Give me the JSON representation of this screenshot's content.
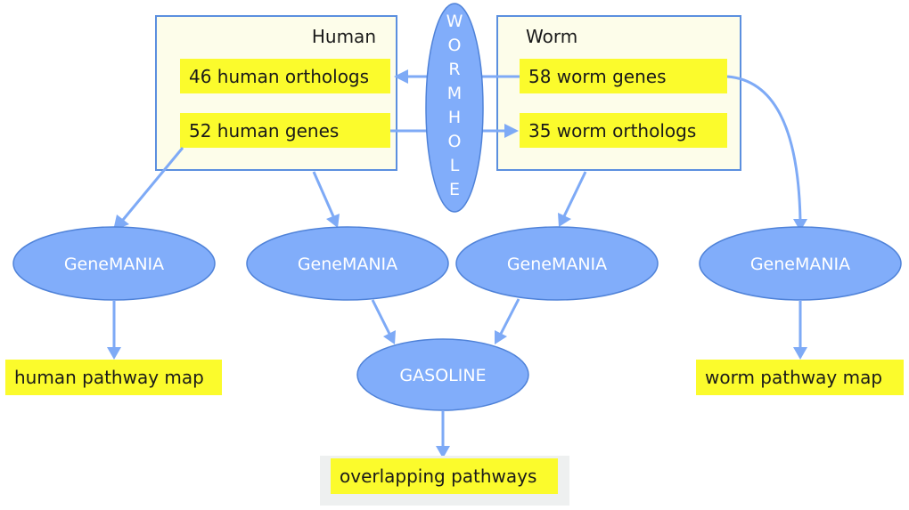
{
  "diagram": {
    "groups": [
      {
        "id": "human",
        "title": "Human"
      },
      {
        "id": "worm",
        "title": "Worm"
      }
    ],
    "wormhole": {
      "letters": [
        "W",
        "O",
        "R",
        "M",
        "H",
        "O",
        "L",
        "E"
      ]
    },
    "label_boxes": {
      "human_orthologs": "46 human orthologs",
      "human_genes": "52 human genes",
      "worm_genes": "58 worm genes",
      "worm_orthologs": "35 worm orthologs",
      "human_pathway_map": "human pathway map",
      "worm_pathway_map": "worm pathway map",
      "overlapping_pathways": "overlapping pathways"
    },
    "tools": {
      "genemania_1": "GeneMANIA",
      "genemania_2": "GeneMANIA",
      "genemania_3": "GeneMANIA",
      "genemania_4": "GeneMANIA",
      "gasoline": "GASOLINE"
    },
    "colors": {
      "ellipse_fill": "#81adfa",
      "ellipse_stroke": "#4f82d8",
      "label_fill": "#fbfb2c",
      "group_fill": "#fdfdea",
      "group_stroke": "#5b8fdf",
      "edge": "#7eaaf6"
    },
    "edges": [
      {
        "from": "worm_genes",
        "to": "human_orthologs",
        "via": "wormhole"
      },
      {
        "from": "human_genes",
        "to": "worm_orthologs",
        "via": "wormhole"
      },
      {
        "from": "human_genes",
        "to": "genemania_1"
      },
      {
        "from": "human_group",
        "to": "genemania_2"
      },
      {
        "from": "worm_group",
        "to": "genemania_3"
      },
      {
        "from": "worm_genes",
        "to": "genemania_4"
      },
      {
        "from": "genemania_1",
        "to": "human_pathway_map"
      },
      {
        "from": "genemania_2",
        "to": "gasoline"
      },
      {
        "from": "genemania_3",
        "to": "gasoline"
      },
      {
        "from": "genemania_4",
        "to": "worm_pathway_map"
      },
      {
        "from": "gasoline",
        "to": "overlapping_pathways"
      }
    ]
  }
}
